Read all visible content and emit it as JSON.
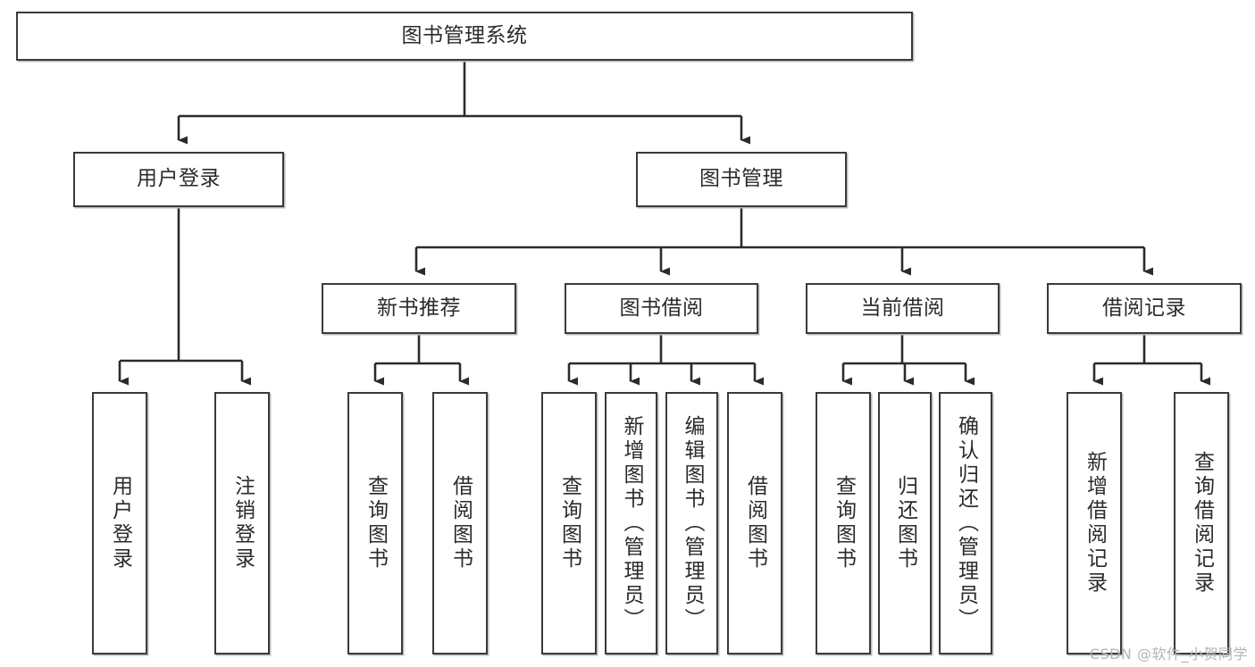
{
  "diagram": {
    "type": "tree",
    "title": "图书管理系统",
    "watermark": "CSDN @软件_小贺同学",
    "colors": {
      "box_border": "#3a3a3a",
      "box_fill": "#ffffff",
      "connector": "#2b2b2b",
      "text": "#2b2b2b",
      "watermark": "#b4b4b4",
      "background": "#ffffff"
    },
    "root": {
      "label": "图书管理系统"
    },
    "level2": [
      {
        "label": "用户登录"
      },
      {
        "label": "图书管理"
      }
    ],
    "level3": [
      {
        "label": "新书推荐"
      },
      {
        "label": "图书借阅"
      },
      {
        "label": "当前借阅"
      },
      {
        "label": "借阅记录"
      }
    ],
    "leaves": {
      "user_login": [
        {
          "label": "用户登录"
        },
        {
          "label": "注销登录"
        }
      ],
      "new_book_recommend": [
        {
          "label": "查询图书"
        },
        {
          "label": "借阅图书"
        }
      ],
      "book_borrow": [
        {
          "label": "查询图书"
        },
        {
          "label": "新增图书（管理员）"
        },
        {
          "label": "编辑图书（管理员）"
        },
        {
          "label": "借阅图书"
        }
      ],
      "current_borrow": [
        {
          "label": "查询图书"
        },
        {
          "label": "归还图书"
        },
        {
          "label": "确认归还（管理员）"
        }
      ],
      "borrow_record": [
        {
          "label": "新增借阅记录"
        },
        {
          "label": "查询借阅记录"
        }
      ]
    }
  }
}
